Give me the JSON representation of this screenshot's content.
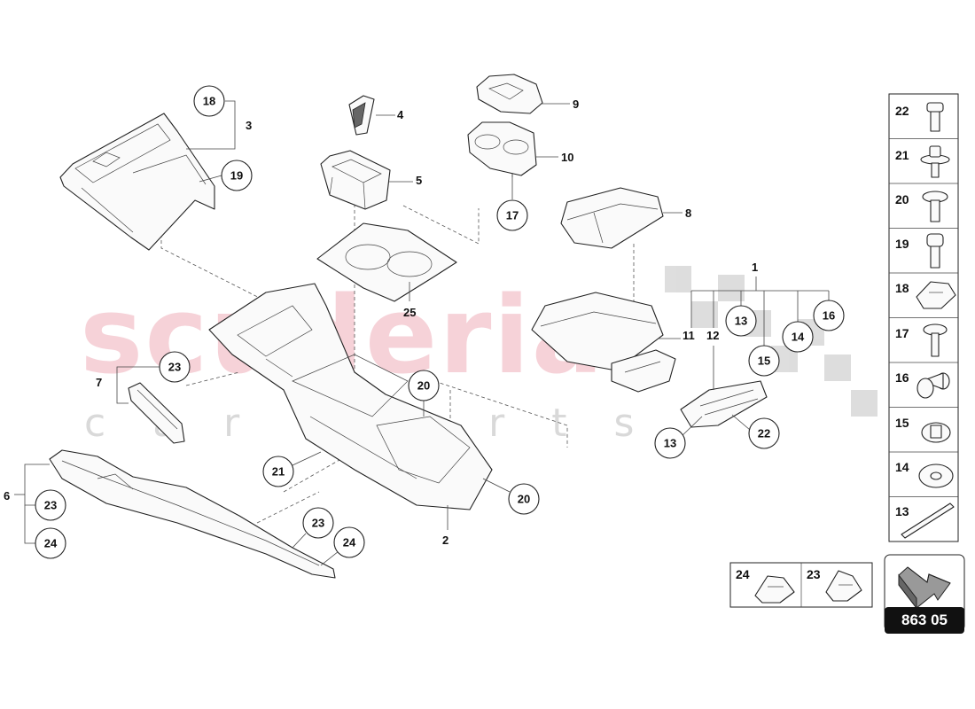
{
  "watermark": {
    "brand": "scuderia",
    "tagline": "car parts"
  },
  "callouts": [
    {
      "id": "c18",
      "label": "18"
    },
    {
      "id": "c19",
      "label": "19"
    },
    {
      "id": "c17",
      "label": "17"
    },
    {
      "id": "c13a",
      "label": "13"
    },
    {
      "id": "c16",
      "label": "16"
    },
    {
      "id": "c14",
      "label": "14"
    },
    {
      "id": "c15",
      "label": "15"
    },
    {
      "id": "c23a",
      "label": "23"
    },
    {
      "id": "c20a",
      "label": "20"
    },
    {
      "id": "c13b",
      "label": "13"
    },
    {
      "id": "c22",
      "label": "22"
    },
    {
      "id": "c21",
      "label": "21"
    },
    {
      "id": "c20b",
      "label": "20"
    },
    {
      "id": "c23b",
      "label": "23"
    },
    {
      "id": "c24a",
      "label": "24"
    },
    {
      "id": "c23c",
      "label": "23"
    },
    {
      "id": "c24b",
      "label": "24"
    }
  ],
  "part_labels": [
    {
      "id": "l3",
      "label": "3"
    },
    {
      "id": "l4",
      "label": "4"
    },
    {
      "id": "l9",
      "label": "9"
    },
    {
      "id": "l10",
      "label": "10"
    },
    {
      "id": "l5",
      "label": "5"
    },
    {
      "id": "l8",
      "label": "8"
    },
    {
      "id": "l1",
      "label": "1"
    },
    {
      "id": "l25",
      "label": "25"
    },
    {
      "id": "l11",
      "label": "11"
    },
    {
      "id": "l12",
      "label": "12"
    },
    {
      "id": "l7",
      "label": "7"
    },
    {
      "id": "l6",
      "label": "6"
    },
    {
      "id": "l2",
      "label": "2"
    }
  ],
  "legend_fasteners": [
    "22",
    "21",
    "20",
    "19",
    "18",
    "17",
    "16",
    "15",
    "14",
    "13"
  ],
  "legend_clips": [
    "24",
    "23"
  ],
  "diagram_code": "863 05"
}
